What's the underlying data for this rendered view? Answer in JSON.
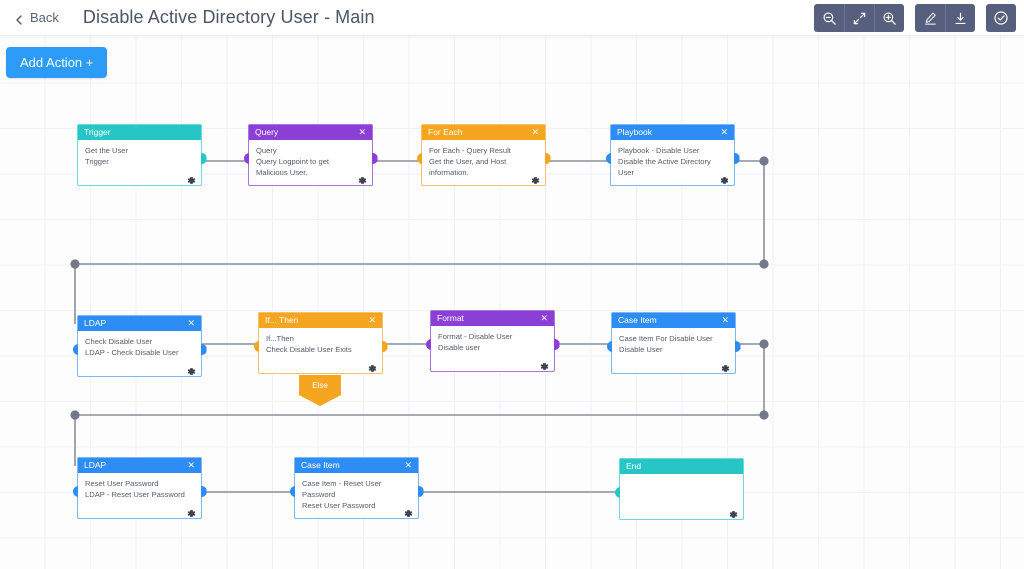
{
  "topbar": {
    "back_label": "Back",
    "title": "Disable Active Directory User - Main",
    "buttons": [
      {
        "name": "zoom-out-button",
        "icon": "zoom-out-icon"
      },
      {
        "name": "fit-to-screen-button",
        "icon": "fit-screen-icon"
      },
      {
        "name": "zoom-in-button",
        "icon": "zoom-in-icon"
      },
      {
        "name": "edit-button",
        "icon": "pencil-icon"
      },
      {
        "name": "download-button",
        "icon": "download-icon"
      },
      {
        "name": "approve-button",
        "icon": "check-circle-icon"
      }
    ]
  },
  "canvas": {
    "add_action_label": "Add Action +",
    "else_label": "Else",
    "colors": {
      "teal": "#26c6c6",
      "purple": "#8b3fd6",
      "orange": "#f6a521",
      "blue": "#2d8df5",
      "accent": "#2d9cf8",
      "edge": "#8a8f9c"
    },
    "nodes": [
      {
        "id": "trigger",
        "title": "Trigger",
        "lines": [
          "Get the User",
          "Trigger"
        ],
        "closable": false
      },
      {
        "id": "query",
        "title": "Query",
        "lines": [
          "Query",
          "Query Logpoint to get",
          "Malicious User."
        ],
        "closable": true
      },
      {
        "id": "for-each",
        "title": "For Each",
        "lines": [
          "For Each - Query Result",
          "Get the User, and Host",
          "information."
        ],
        "closable": true
      },
      {
        "id": "playbook",
        "title": "Playbook",
        "lines": [
          "Playbook - Disable User",
          "Disable the Active Directory",
          "User"
        ],
        "closable": true
      },
      {
        "id": "ldap-check",
        "title": "LDAP",
        "lines": [
          "Check Disable User",
          "LDAP - Check Disable User"
        ],
        "closable": true
      },
      {
        "id": "if-then",
        "title": "If... Then",
        "lines": [
          "If...Then",
          "Check Disable User Exits"
        ],
        "closable": true
      },
      {
        "id": "format",
        "title": "Format",
        "lines": [
          "Format - Disable User",
          "Disable user"
        ],
        "closable": true
      },
      {
        "id": "case-item-disable",
        "title": "Case Item",
        "lines": [
          "Case Item For Disable User",
          "Disable User"
        ],
        "closable": true
      },
      {
        "id": "ldap-reset",
        "title": "LDAP",
        "lines": [
          "Reset User Password",
          "LDAP - Reset User Password"
        ],
        "closable": true
      },
      {
        "id": "case-item-reset",
        "title": "Case Item",
        "lines": [
          "Case Item - Reset User",
          "Password",
          "Reset User Password"
        ],
        "closable": true
      },
      {
        "id": "end",
        "title": "End",
        "lines": [],
        "closable": false
      }
    ]
  }
}
